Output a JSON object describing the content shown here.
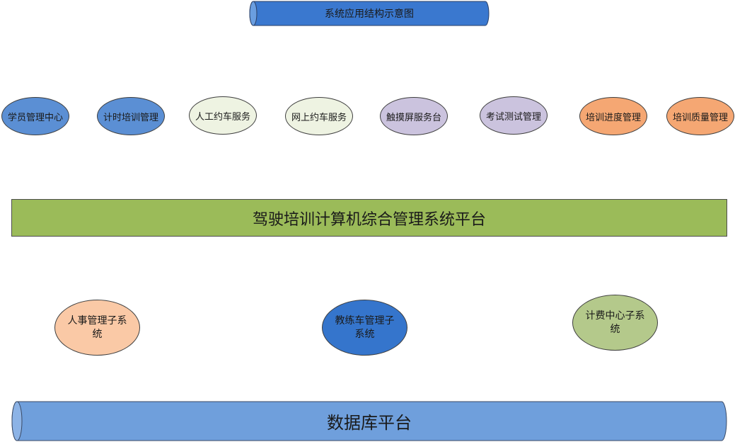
{
  "title": "系统应用结构示意图",
  "services": [
    {
      "label": "学员管理中心",
      "color": "blue"
    },
    {
      "label": "计时培训管理",
      "color": "blue"
    },
    {
      "label": "人工约车服务",
      "color": "cream"
    },
    {
      "label": "网上约车服务",
      "color": "cream"
    },
    {
      "label": "触摸屏服务台",
      "color": "lilac"
    },
    {
      "label": "考试测试管理",
      "color": "lilac"
    },
    {
      "label": "培训进度管理",
      "color": "orange"
    },
    {
      "label": "培训质量管理",
      "color": "orange"
    }
  ],
  "platform": "驾驶培训计算机综合管理系统平台",
  "subsystems": [
    {
      "label": "人事管理子系统",
      "color": "peach"
    },
    {
      "label": "教练车管理子系统",
      "color": "blue"
    },
    {
      "label": "计费中心子系统",
      "color": "green"
    }
  ],
  "database": "数据库平台",
  "colors": {
    "blue": "#5b8fd4",
    "cream": "#eef3e2",
    "lilac": "#cbc3de",
    "orange": "#f5a773",
    "platform": "#9bbb59",
    "title_cylinder": "#3a78cf",
    "database_cylinder": "#6f9fdc",
    "peach": "#fac9a6",
    "sub_blue": "#3575cc",
    "green": "#b4c98b"
  }
}
